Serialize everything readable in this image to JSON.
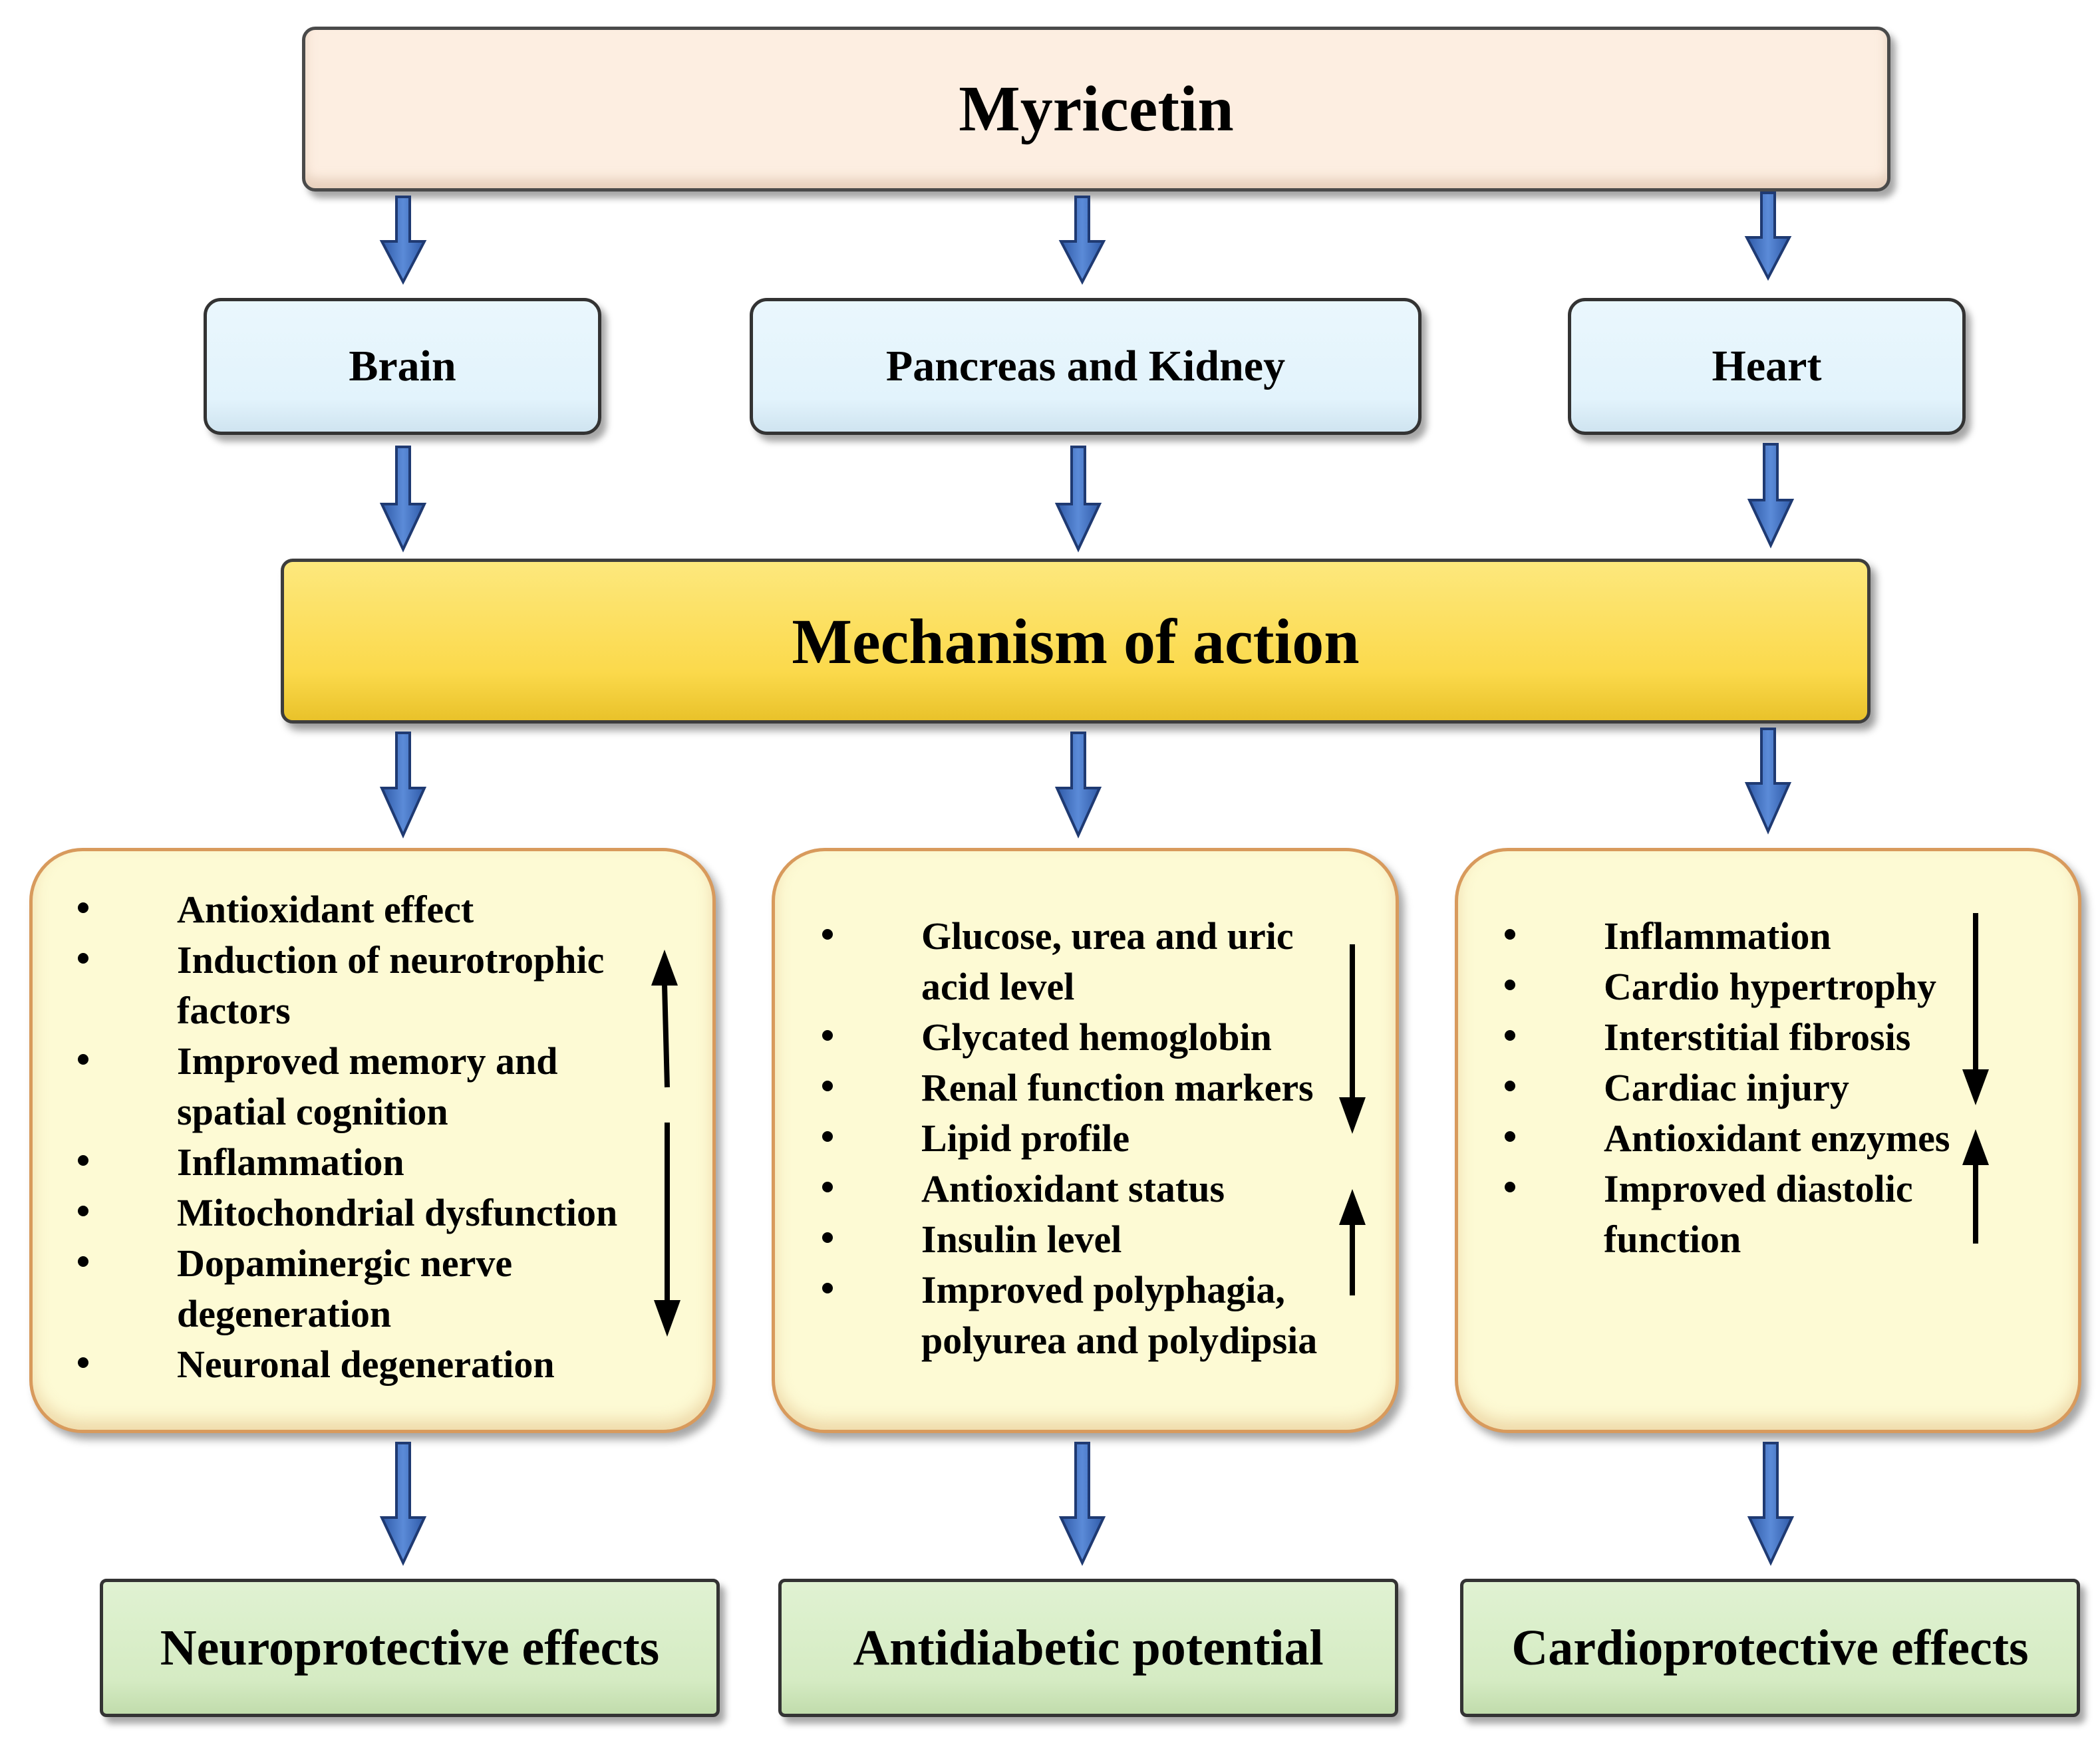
{
  "top": {
    "title": "Myricetin"
  },
  "organs": [
    "Brain",
    "Pancreas and Kidney",
    "Heart"
  ],
  "mechanism": {
    "title": "Mechanism of action"
  },
  "panels": {
    "brain": {
      "up_items": [
        "Antioxidant effect",
        "Induction of neurotrophic factors",
        "Improved memory and spatial cognition"
      ],
      "down_items": [
        "Inflammation",
        "Mitochondrial dysfunction",
        "Dopaminergic nerve degeneration",
        "Neuronal degeneration"
      ]
    },
    "pancreas_kidney": {
      "down_items": [
        "Glucose, urea and uric acid level",
        "Glycated hemoglobin",
        "Renal function markers",
        "Lipid profile"
      ],
      "up_items": [
        "Antioxidant status",
        "Insulin level",
        "Improved polyphagia, polyurea and polydipsia"
      ]
    },
    "heart": {
      "down_items": [
        "Inflammation",
        "Cardio hypertrophy",
        "Interstitial fibrosis",
        "Cardiac injury"
      ],
      "up_items": [
        "Antioxidant enzymes",
        "Improved diastolic function"
      ]
    }
  },
  "outcomes": [
    "Neuroprotective effects",
    "Antidiabetic potential",
    "Cardioprotective effects"
  ],
  "colors": {
    "flow_arrow": "#4472c4",
    "flow_arrow_outline": "#1f3a72",
    "top_box": "#fdeee1",
    "organ_box": "#e2f3fc",
    "mechanism_box": "#fbd94b",
    "panel_fill": "#fdfad4",
    "panel_border": "#d89a5c",
    "outcome_box": "#d5ebc3"
  },
  "icons": {
    "flow": "down-arrow-icon",
    "increase": "up-arrow-icon",
    "decrease": "down-arrow-icon"
  }
}
